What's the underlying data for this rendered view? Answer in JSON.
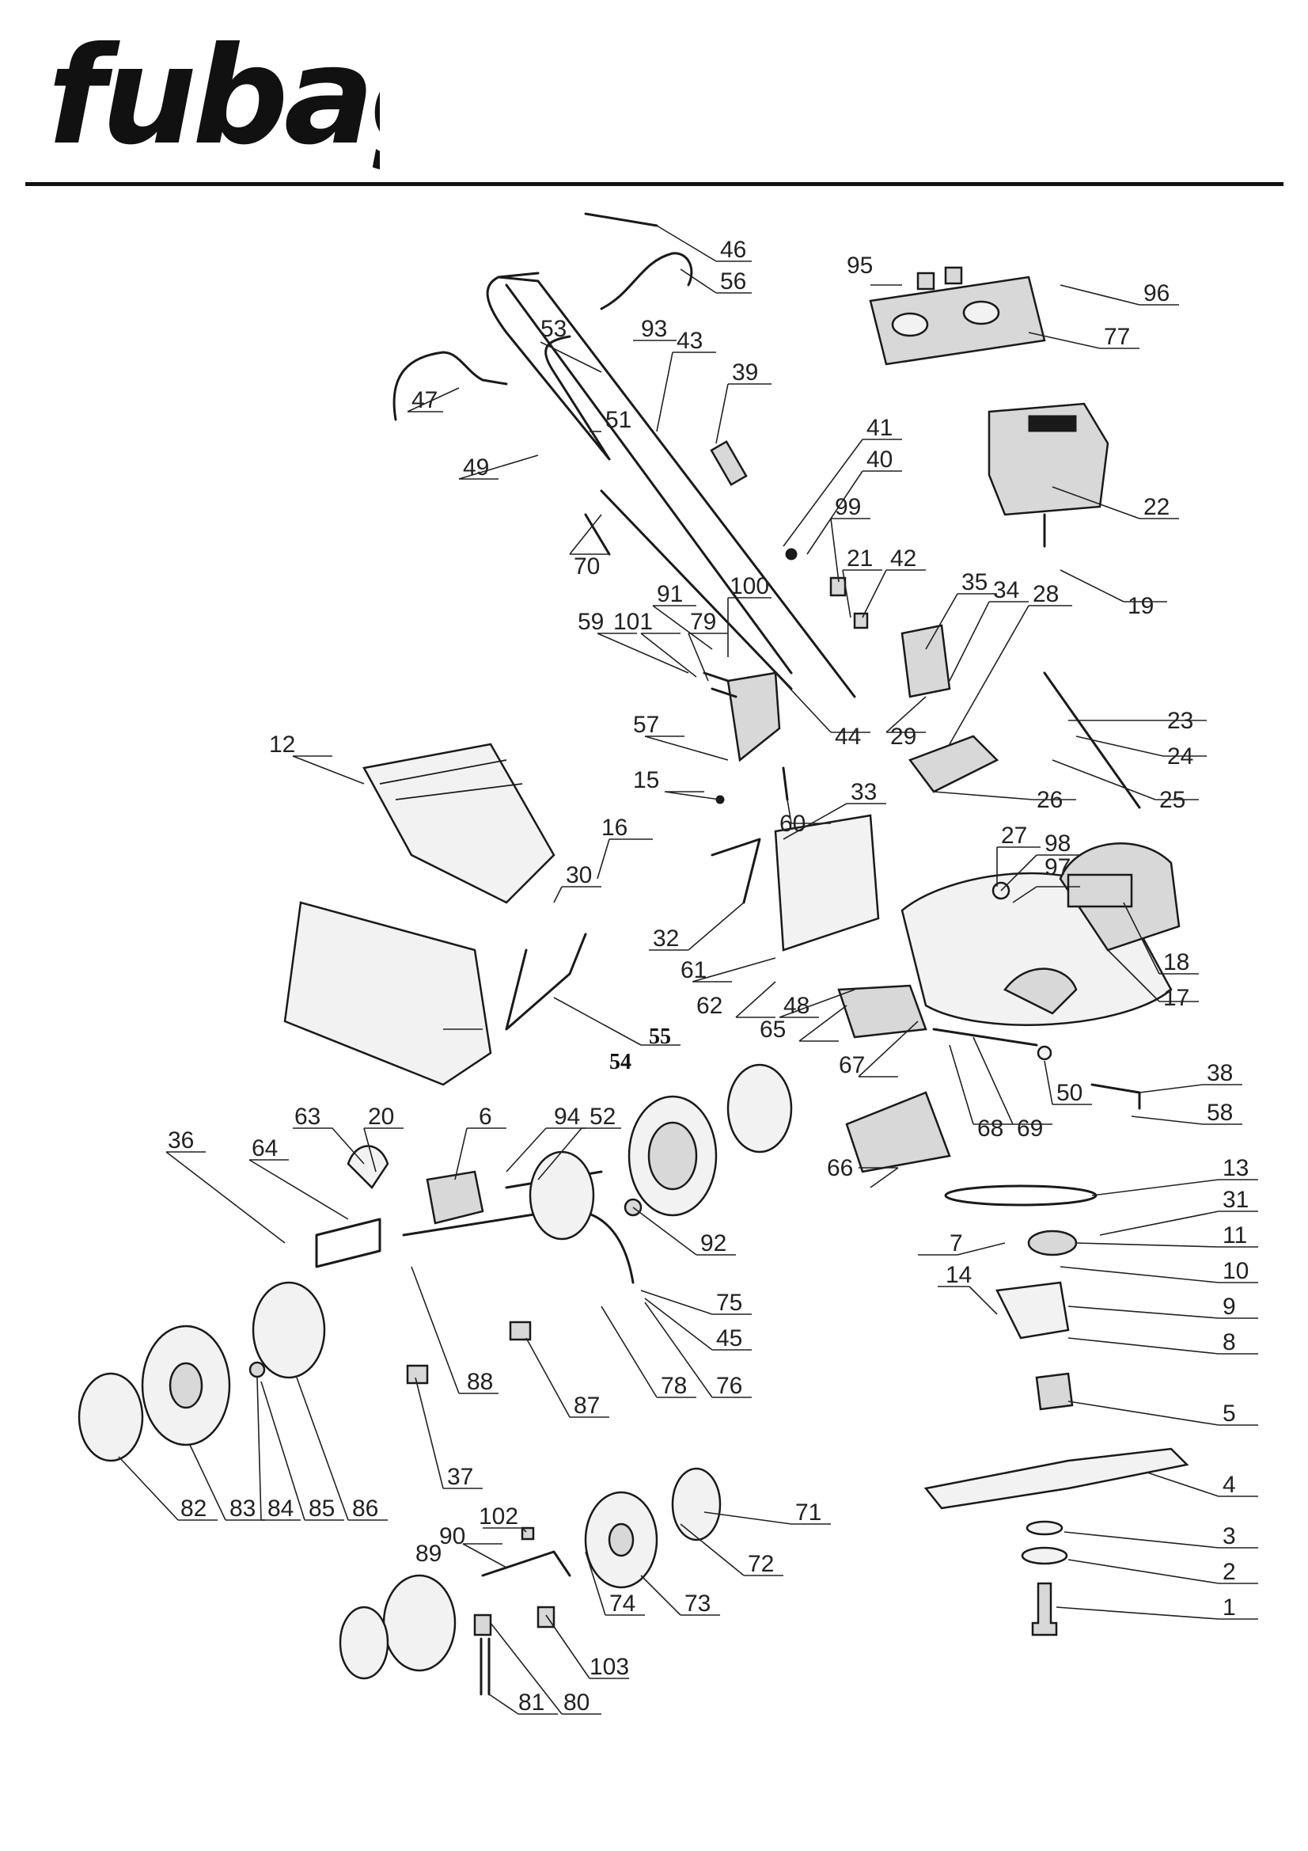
{
  "brand": {
    "logo_text": "fubag"
  },
  "labels": [
    {
      "id": "46",
      "text": "46"
    },
    {
      "id": "56",
      "text": "56"
    },
    {
      "id": "95",
      "text": "95"
    },
    {
      "id": "96",
      "text": "96"
    },
    {
      "id": "77",
      "text": "77"
    },
    {
      "id": "53",
      "text": "53"
    },
    {
      "id": "93",
      "text": "93"
    },
    {
      "id": "43",
      "text": "43"
    },
    {
      "id": "39",
      "text": "39"
    },
    {
      "id": "47",
      "text": "47"
    },
    {
      "id": "51",
      "text": "51"
    },
    {
      "id": "41",
      "text": "41"
    },
    {
      "id": "40",
      "text": "40"
    },
    {
      "id": "49",
      "text": "49"
    },
    {
      "id": "22",
      "text": "22"
    },
    {
      "id": "99",
      "text": "99"
    },
    {
      "id": "70",
      "text": "70"
    },
    {
      "id": "21",
      "text": "21"
    },
    {
      "id": "42",
      "text": "42"
    },
    {
      "id": "35",
      "text": "35"
    },
    {
      "id": "34",
      "text": "34"
    },
    {
      "id": "19",
      "text": "19"
    },
    {
      "id": "91",
      "text": "91"
    },
    {
      "id": "100",
      "text": "100"
    },
    {
      "id": "28",
      "text": "28"
    },
    {
      "id": "59",
      "text": "59"
    },
    {
      "id": "101",
      "text": "101"
    },
    {
      "id": "79",
      "text": "79"
    },
    {
      "id": "57",
      "text": "57"
    },
    {
      "id": "44",
      "text": "44"
    },
    {
      "id": "29",
      "text": "29"
    },
    {
      "id": "23",
      "text": "23"
    },
    {
      "id": "24",
      "text": "24"
    },
    {
      "id": "12",
      "text": "12"
    },
    {
      "id": "15",
      "text": "15"
    },
    {
      "id": "60",
      "text": "60"
    },
    {
      "id": "26",
      "text": "26"
    },
    {
      "id": "25",
      "text": "25"
    },
    {
      "id": "33",
      "text": "33"
    },
    {
      "id": "27",
      "text": "27"
    },
    {
      "id": "98",
      "text": "98"
    },
    {
      "id": "97",
      "text": "97"
    },
    {
      "id": "16",
      "text": "16"
    },
    {
      "id": "30",
      "text": "30"
    },
    {
      "id": "32",
      "text": "32"
    },
    {
      "id": "18",
      "text": "18"
    },
    {
      "id": "61",
      "text": "61"
    },
    {
      "id": "17",
      "text": "17"
    },
    {
      "id": "62",
      "text": "62"
    },
    {
      "id": "48",
      "text": "48"
    },
    {
      "id": "65",
      "text": "65"
    },
    {
      "id": "55",
      "text": "55"
    },
    {
      "id": "54",
      "text": "54"
    },
    {
      "id": "67",
      "text": "67"
    },
    {
      "id": "38",
      "text": "38"
    },
    {
      "id": "50",
      "text": "50"
    },
    {
      "id": "58",
      "text": "58"
    },
    {
      "id": "68",
      "text": "68"
    },
    {
      "id": "69",
      "text": "69"
    },
    {
      "id": "63",
      "text": "63"
    },
    {
      "id": "20",
      "text": "20"
    },
    {
      "id": "6",
      "text": "6"
    },
    {
      "id": "94",
      "text": "94"
    },
    {
      "id": "52",
      "text": "52"
    },
    {
      "id": "36",
      "text": "36"
    },
    {
      "id": "64",
      "text": "64"
    },
    {
      "id": "66",
      "text": "66"
    },
    {
      "id": "13",
      "text": "13"
    },
    {
      "id": "31",
      "text": "31"
    },
    {
      "id": "92",
      "text": "92"
    },
    {
      "id": "7",
      "text": "7"
    },
    {
      "id": "11",
      "text": "11"
    },
    {
      "id": "14",
      "text": "14"
    },
    {
      "id": "10",
      "text": "10"
    },
    {
      "id": "75",
      "text": "75"
    },
    {
      "id": "9",
      "text": "9"
    },
    {
      "id": "45",
      "text": "45"
    },
    {
      "id": "8",
      "text": "8"
    },
    {
      "id": "88",
      "text": "88"
    },
    {
      "id": "78",
      "text": "78"
    },
    {
      "id": "76",
      "text": "76"
    },
    {
      "id": "87",
      "text": "87"
    },
    {
      "id": "5",
      "text": "5"
    },
    {
      "id": "37",
      "text": "37"
    },
    {
      "id": "82",
      "text": "82"
    },
    {
      "id": "83",
      "text": "83"
    },
    {
      "id": "84",
      "text": "84"
    },
    {
      "id": "85",
      "text": "85"
    },
    {
      "id": "86",
      "text": "86"
    },
    {
      "id": "4",
      "text": "4"
    },
    {
      "id": "71",
      "text": "71"
    },
    {
      "id": "102",
      "text": "102"
    },
    {
      "id": "90",
      "text": "90"
    },
    {
      "id": "3",
      "text": "3"
    },
    {
      "id": "89",
      "text": "89"
    },
    {
      "id": "72",
      "text": "72"
    },
    {
      "id": "2",
      "text": "2"
    },
    {
      "id": "74",
      "text": "74"
    },
    {
      "id": "73",
      "text": "73"
    },
    {
      "id": "1",
      "text": "1"
    },
    {
      "id": "103",
      "text": "103"
    },
    {
      "id": "81",
      "text": "81"
    },
    {
      "id": "80",
      "text": "80"
    }
  ]
}
